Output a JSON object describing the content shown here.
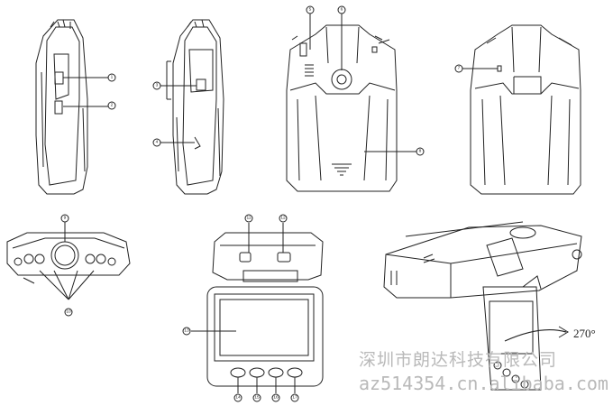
{
  "diagram": {
    "callouts": [
      "1",
      "2",
      "3",
      "4",
      "5",
      "6",
      "7",
      "8",
      "9",
      "10",
      "11",
      "12",
      "13",
      "14",
      "15",
      "16",
      "17"
    ],
    "rotation_label": "270°",
    "line_color": "#222222",
    "background": "#ffffff"
  },
  "watermark": {
    "company": "深圳市朗达科技有限公司",
    "url": "az514354.cn.alibaba.com"
  }
}
